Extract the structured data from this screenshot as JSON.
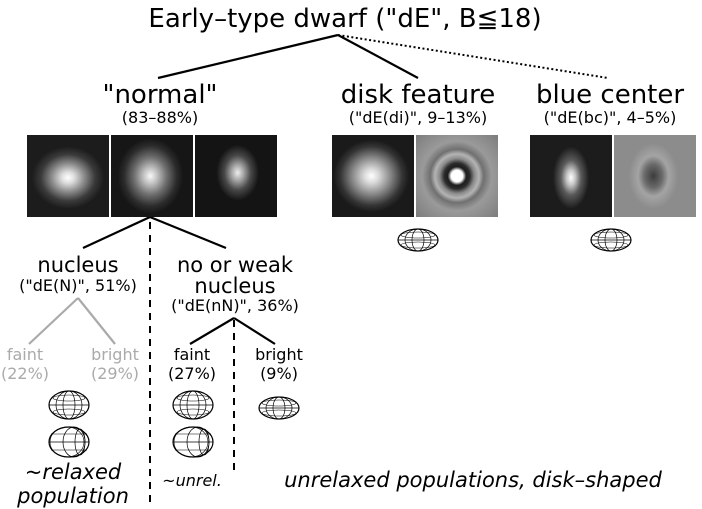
{
  "title": "Early–type dwarf (\"dE\", B≦18)",
  "branches": {
    "normal": {
      "label": "\"normal\"",
      "fraction": "(83–88%)"
    },
    "disk": {
      "label": "disk feature",
      "fraction": "(\"dE(di)\", 9–13%)"
    },
    "bc": {
      "label": "blue center",
      "fraction": "(\"dE(bc)\", 4–5%)"
    }
  },
  "nucleus": {
    "line1": "nucleus",
    "line2": "(\"dE(N)\", 51%)"
  },
  "nonucleus": {
    "line1": "no or weak",
    "line2": "nucleus",
    "line3": "(\"dE(nN)\", 36%)"
  },
  "leaves": {
    "n_faint": {
      "label": "faint",
      "fraction": "(22%)"
    },
    "n_bright": {
      "label": "bright",
      "fraction": "(29%)"
    },
    "nn_faint": {
      "label": "faint",
      "fraction": "(27%)"
    },
    "nn_bright": {
      "label": "bright",
      "fraction": "(9%)"
    }
  },
  "footer": {
    "relaxed_line1": "~relaxed",
    "relaxed_line2": "population",
    "unrel": "~unrel.",
    "unrelaxed": "unrelaxed populations, disk–shaped"
  },
  "colors": {
    "faded_text": "#aaaaaa",
    "ink": "#000000"
  }
}
